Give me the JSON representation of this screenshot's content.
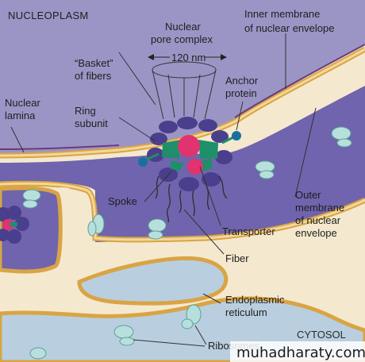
{
  "labels": {
    "nucleoplasm": "NUCLEOPLASM",
    "pore_line1": "Nuclear",
    "pore_line2": "pore complex",
    "size": "120 nm",
    "inner_line1": "Inner membrane",
    "inner_line2": "of nuclear envelope",
    "basket_line1": "“Basket”",
    "basket_line2": "of fibers",
    "anchor_line1": "Anchor",
    "anchor_line2": "protein",
    "ring_line1": "Ring",
    "ring_line2": "subunit",
    "lamina_line1": "Nuclear",
    "lamina_line2": "lamina",
    "spoke": "Spoke",
    "outer_line1": "Outer",
    "outer_line2": "membrane",
    "outer_line3": "of nuclear",
    "outer_line4": "envelope",
    "transporter": "Transporter",
    "fiber": "Fiber",
    "er_line1": "Endoplasmic",
    "er_line2": "reticulum",
    "cytosol": "CYTOSOL",
    "ribosomes": "Ribosomes",
    "watermark": "muhadharaty.com"
  },
  "colors": {
    "nucleoplasm": "#9b95c6",
    "lumen": "#6f64ad",
    "membrane_outline": "#d9a444",
    "membrane_fill": "#f3d79b",
    "cytosol": "#f4e9cf",
    "er_lumen": "#b9cfe0",
    "ring": "#4a3f8c",
    "spoke": "#1f8f6a",
    "transporter": "#e0336f",
    "anchor": "#1a6fa0",
    "ribosome": "#b7e0dc"
  }
}
